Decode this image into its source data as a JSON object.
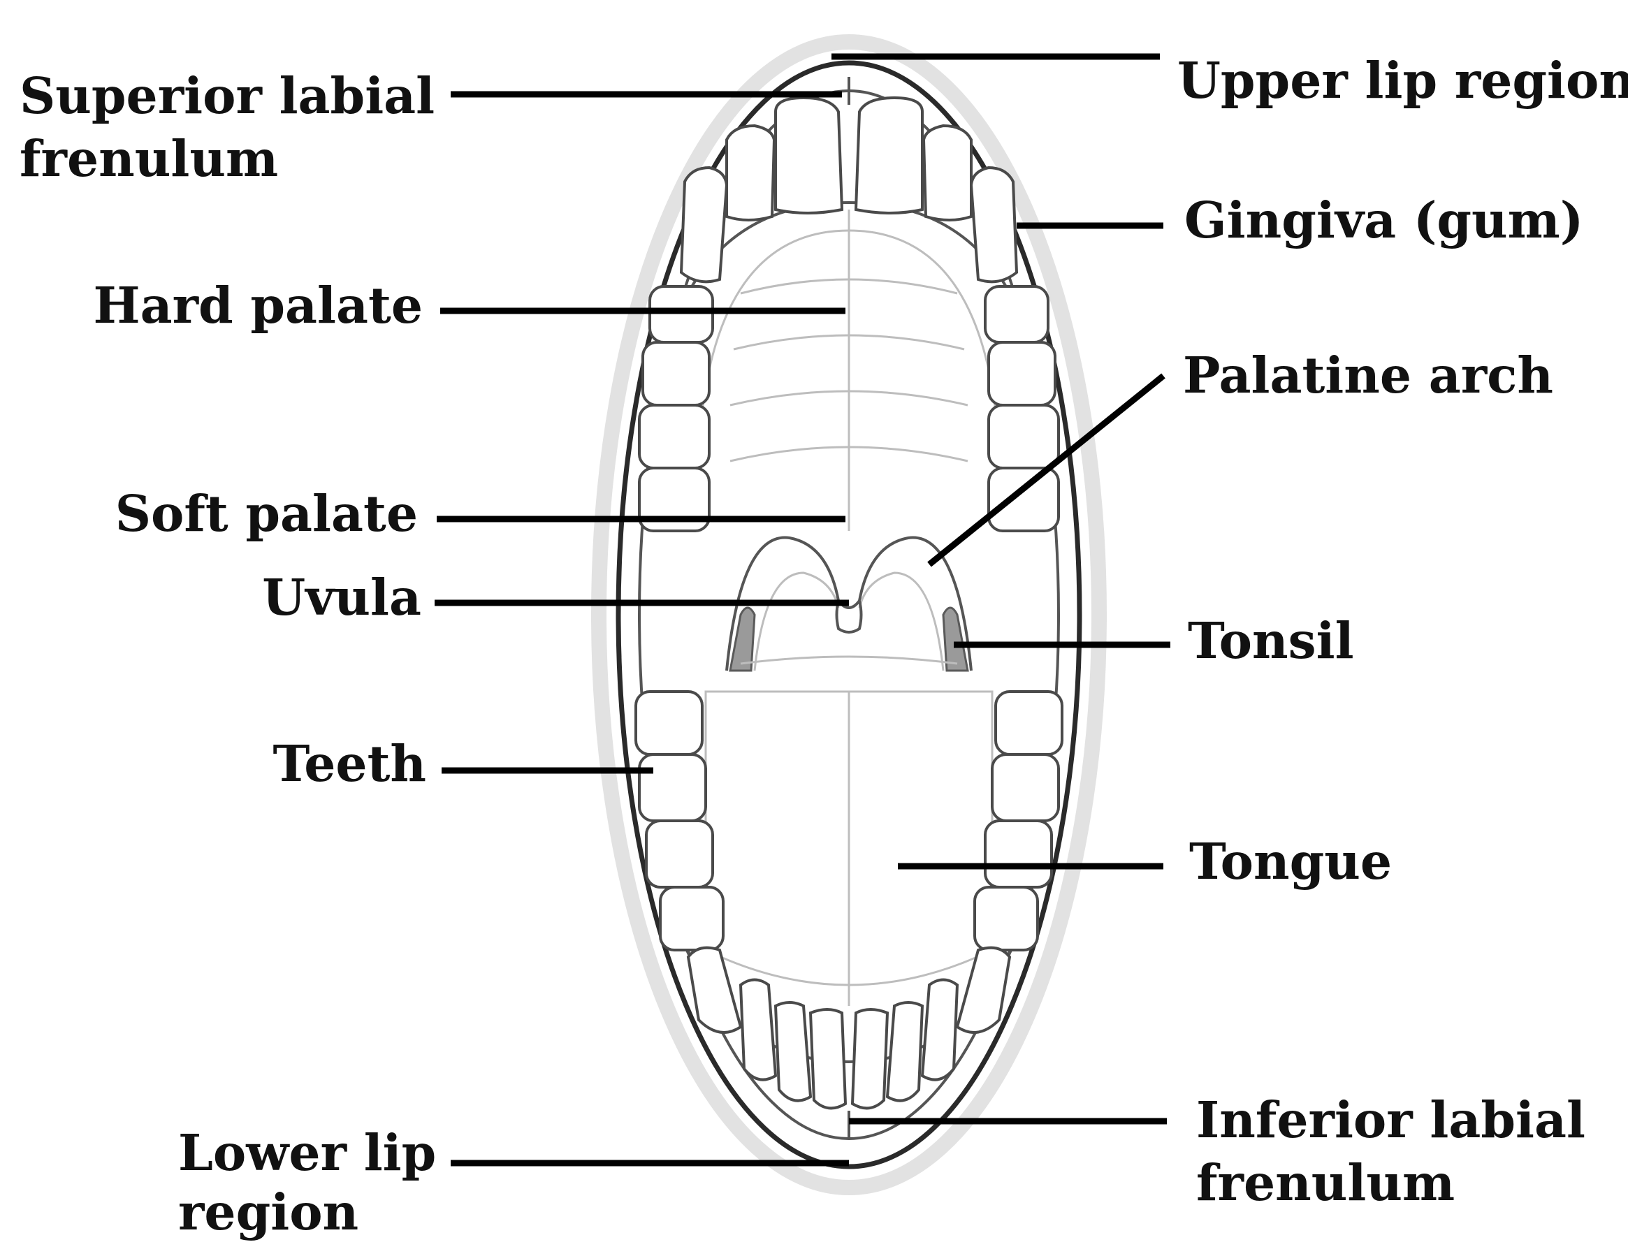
{
  "diagram": {
    "labels": {
      "superior_labial_frenulum": [
        "Superior labial",
        "frenulum"
      ],
      "upper_lip_region": "Upper lip region",
      "gingiva": "Gingiva (gum)",
      "hard_palate": "Hard palate",
      "palatine_arch": "Palatine arch",
      "soft_palate": "Soft palate",
      "uvula": "Uvula",
      "tonsil": "Tonsil",
      "teeth": "Teeth",
      "tongue": "Tongue",
      "lower_lip_region": [
        "Lower lip",
        "region"
      ],
      "inferior_labial_frenulum": [
        "Inferior labial",
        "frenulum"
      ]
    },
    "colors": {
      "label_text": "#111111",
      "leader_line": "#000000",
      "outline": "#555555",
      "tonsil_fill": "#9a9a9a"
    }
  }
}
